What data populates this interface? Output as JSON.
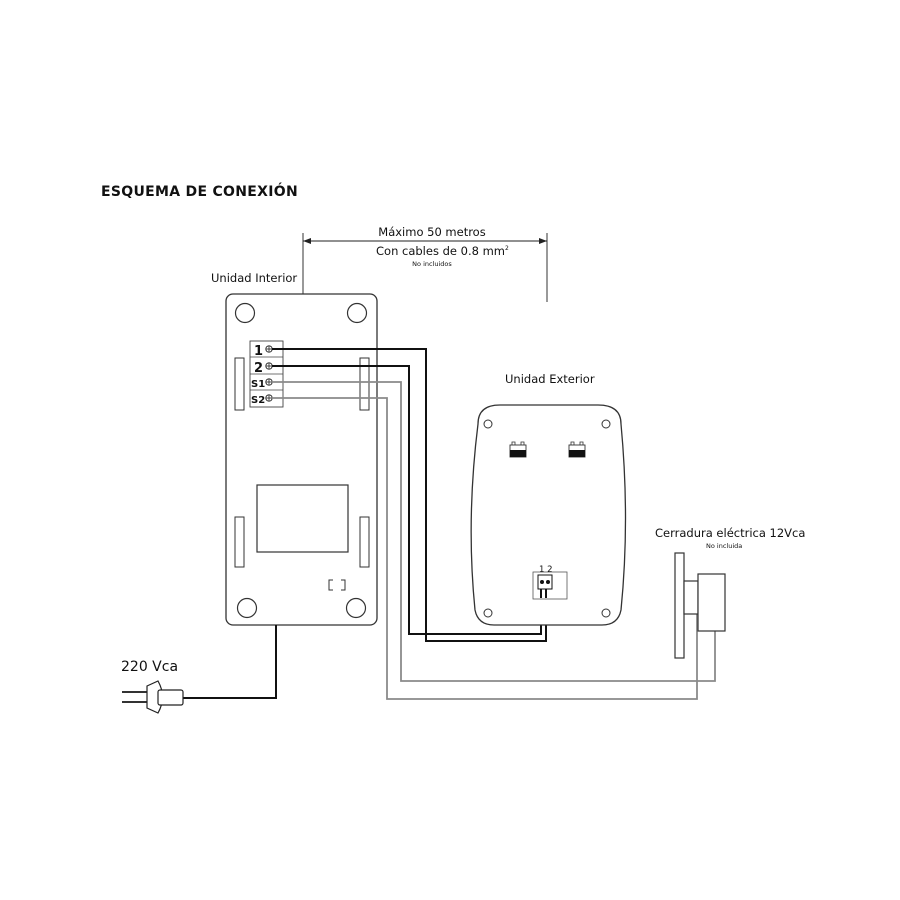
{
  "title": "ESQUEMA DE CONEXIÓN",
  "distance": {
    "line1": "Máximo 50 metros",
    "line2": "Con cables de 0.8 mm",
    "line2_sup": "2",
    "note": "No incluidos"
  },
  "indoor_unit": {
    "label": "Unidad Interior",
    "terminals": [
      "1",
      "2",
      "S1",
      "S2"
    ]
  },
  "outdoor_unit": {
    "label": "Unidad Exterior",
    "terminal_numbers": "1 2"
  },
  "lock": {
    "label": "Cerradura eléctrica 12Vca",
    "note": "No incluida"
  },
  "power": {
    "label": "220 Vca"
  },
  "colors": {
    "black_wire": "#111111",
    "gray_wire": "#8a8a8a",
    "outline": "#333333"
  }
}
